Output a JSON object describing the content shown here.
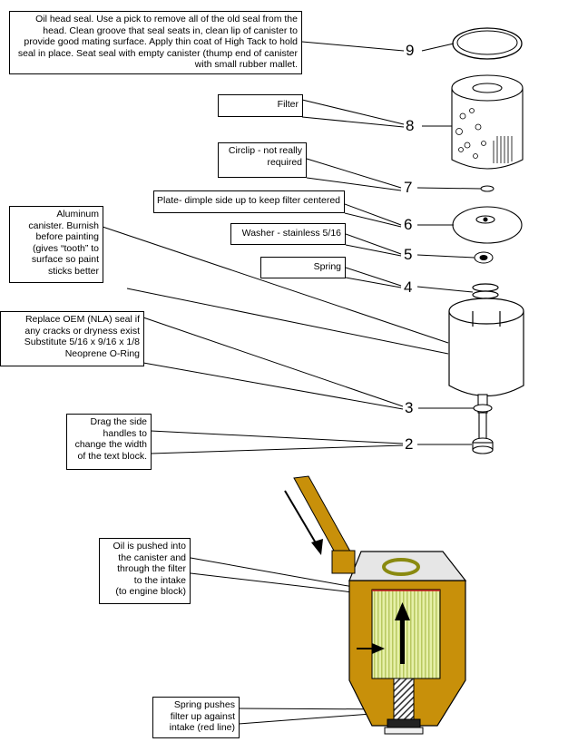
{
  "callouts": {
    "oil_head_seal": [
      "Oil head seal. Use a pick to remove all of the old seal from the",
      "head. Clean groove that seal seats in, clean lip of canister to",
      "provide good mating surface. Apply thin coat of High Tack to hold",
      "seal in place. Seat seal with empty canister (thump end of canister",
      "with small rubber mallet."
    ],
    "filter": [
      "Filter"
    ],
    "circlip": [
      "Circlip - not really",
      "required"
    ],
    "plate": [
      "Plate- dimple side up to keep filter centered"
    ],
    "washer": [
      "Washer - stainless 5/16"
    ],
    "spring": [
      "Spring"
    ],
    "aluminum_canister": [
      "Aluminum",
      "canister. Burnish",
      "before painting",
      "(gives “tooth” to",
      "surface so paint",
      "sticks better"
    ],
    "replace_seal": [
      "Replace OEM (NLA) seal if",
      "any cracks or dryness exist",
      "Substitute 5/16 x 9/16 x 1/8",
      "Neoprene O-Ring"
    ],
    "drag_handles": [
      "Drag the side",
      "handles to",
      "change the width",
      "of the text block."
    ],
    "oil_flow": [
      "Oil is pushed into",
      "the canister and",
      "through the filter",
      "to the intake",
      "(to engine block)"
    ],
    "spring_pushes": [
      "Spring pushes",
      "filter up against",
      "intake (red line)"
    ]
  },
  "part_numbers": {
    "n9": "9",
    "n8": "8",
    "n7": "7",
    "n6": "6",
    "n5": "5",
    "n4": "4",
    "n3": "3",
    "n2": "2"
  },
  "colors": {
    "canister_gold": "#c8900a",
    "filter_green": "#e6f0a8",
    "filter_stripe": "#b8c860",
    "seal_ring": "#8a8a10",
    "intake_line": "#d02020",
    "head_gray": "#e6e6e6"
  }
}
